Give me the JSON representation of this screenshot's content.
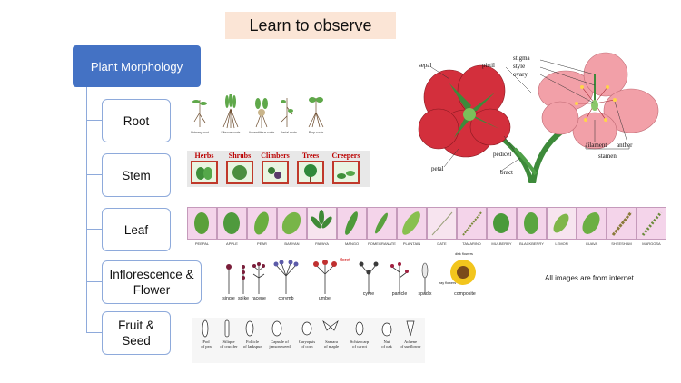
{
  "title": "Learn to observe",
  "root_label": "Plant Morphology",
  "nodes": {
    "root": "Root",
    "stem": "Stem",
    "leaf": "Leaf",
    "inflorescence_line1": "Inflorescence &",
    "inflorescence_line2": "Flower",
    "fruit_line1": "Fruit &",
    "fruit_line2": "Seed"
  },
  "root_types": [
    "Primary root",
    "Fibrous roots",
    "Adventitious roots",
    "Aerial roots",
    "Prop roots"
  ],
  "stem_types": [
    "Herbs",
    "Shrubs",
    "Climbers",
    "Trees",
    "Creepers"
  ],
  "leaf_labels": [
    "PEEPAL",
    "APPLE",
    "PEAR",
    "BANYAN",
    "PAPAYA",
    "MANGO",
    "POMEGRANATE",
    "PLANTAIN",
    "DATE",
    "TAMARIND",
    "MULBERRY",
    "BLACKBERRY",
    "LEMON",
    "GUAVA",
    "SHEESHAM",
    "MARGOSA"
  ],
  "inflorescence_types": [
    "single",
    "spike",
    "racene",
    "corymb",
    "umbel",
    "cyme",
    "panicle",
    "spadix",
    "composite"
  ],
  "inflorescence_extra": {
    "floret": "floret",
    "ray_flowers": "ray flowers",
    "disk_flowers": "disk flowers"
  },
  "fruit_types": [
    [
      "Pod",
      "of pea"
    ],
    [
      "Silique",
      "of crucifer"
    ],
    [
      "Follicle",
      "of larkspur"
    ],
    [
      "Capsule of",
      "jimson weed"
    ],
    [
      "Caryopsis",
      "of corn"
    ],
    [
      "Samara",
      "of maple"
    ],
    [
      "Schizocarp",
      "of carrot"
    ],
    [
      "Nut",
      "of oak"
    ],
    [
      "Achene",
      "of sunflower"
    ]
  ],
  "flower_parts": {
    "sepal": "sepal",
    "pistil": "pistil",
    "stigma": "stigma",
    "style": "style",
    "ovary": "ovary",
    "petal": "petal",
    "pedicel": "pedicel",
    "bract": "bract",
    "filament": "filament",
    "anther": "anther",
    "stamen": "stamen"
  },
  "note": "All images are from  internet",
  "colors": {
    "accent": "#4472c4",
    "title_bg": "#fbe5d6",
    "connector": "#8eaadb",
    "flower_red": "#d32f3c",
    "flower_pink": "#f2a0a8"
  }
}
